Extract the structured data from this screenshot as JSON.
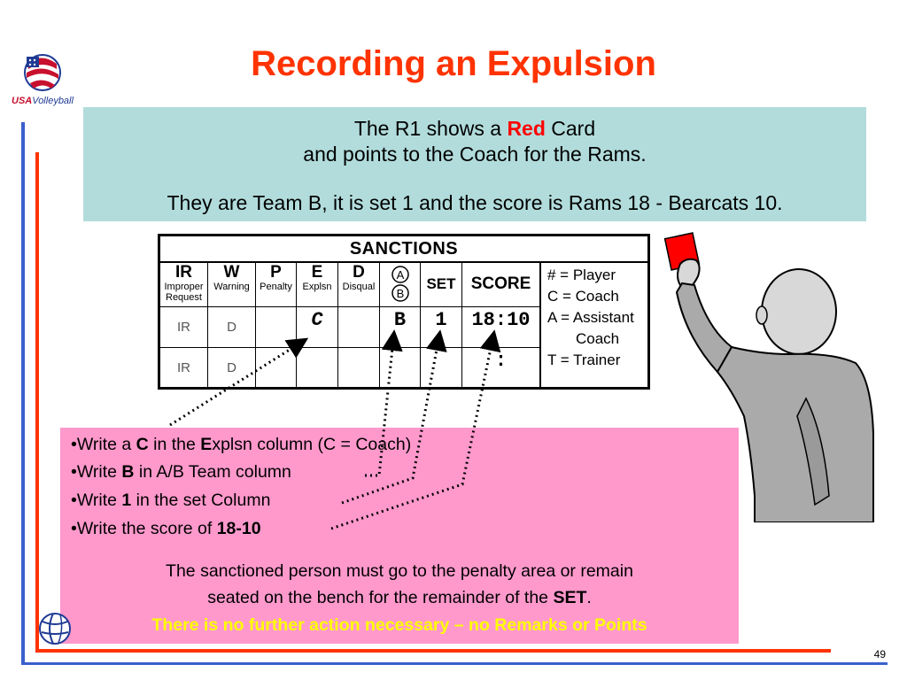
{
  "slide": {
    "title": "Recording an Expulsion",
    "page_number": "49",
    "logo_text_usa": "USA",
    "logo_text_rest": "Volleyball"
  },
  "info": {
    "line1_pre": "The R1 shows a ",
    "line1_red": "Red",
    "line1_post": " Card",
    "line2": "and points to the Coach for the Rams.",
    "line3": "They are Team B, it is set 1 and the score is Rams 18 - Bearcats 10."
  },
  "sanctions": {
    "title": "SANCTIONS",
    "headers": {
      "ir": "IR",
      "ir_sub1": "Improper",
      "ir_sub2": "Request",
      "w": "W",
      "w_sub": "Warning",
      "p": "P",
      "p_sub": "Penalty",
      "e": "E",
      "e_sub": "Explsn",
      "d": "D",
      "d_sub": "Disqual",
      "a": "A",
      "b": "B",
      "set": "SET",
      "score": "SCORE"
    },
    "row1": {
      "ir": "IR",
      "w": "D",
      "e": "C",
      "ab": "B",
      "set": "1",
      "score": "18:10"
    },
    "row2": {
      "ir": "IR",
      "w": "D",
      "score": ":"
    },
    "legend": [
      "# = Player",
      "C = Coach",
      "A = Assistant",
      "Coach",
      "T = Trainer"
    ]
  },
  "instructions": {
    "b1_pre": "•Write a ",
    "b1_bold": "C",
    "b1_mid": " in the ",
    "b1_bold2": "E",
    "b1_post": "xplsn column (C = Coach)",
    "b2_pre": "•Write ",
    "b2_bold": "B",
    "b2_post": " in A/B Team column",
    "b3_pre": "•Write ",
    "b3_bold": "1",
    "b3_post": " in the set Column",
    "b4_pre": "•Write the score of ",
    "b4_bold": "18-10",
    "p1": "The sanctioned person must go to the penalty area or remain",
    "p2_pre": "seated on the bench for the remainder of the ",
    "p2_bold": "SET",
    "p2_post": ".",
    "p3": "There is no further action necessary – no Remarks or Points"
  },
  "colors": {
    "title": "#ff3300",
    "info_bg": "#b2dcdc",
    "pink_bg": "#ff99cc",
    "card_red": "#ff0000",
    "highlight_yellow": "#ffff00",
    "rule_blue": "#3a5fcd"
  }
}
